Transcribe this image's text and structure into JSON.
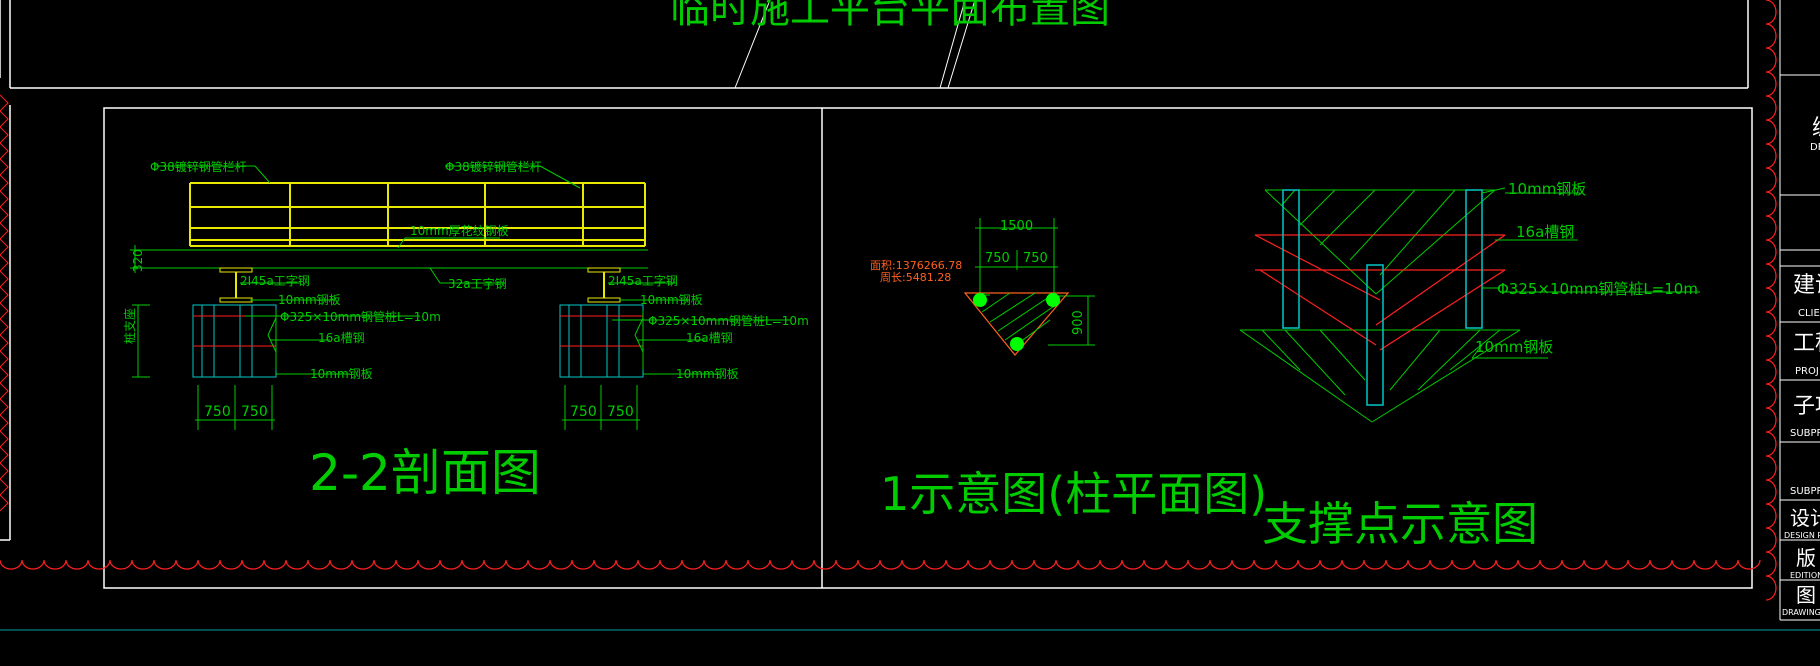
{
  "top_title": "临时施工平台平面布置图",
  "section_22": {
    "title": "2-2剖面图",
    "rail_label_left": "Φ38镀锌钢管栏杆",
    "rail_label_right": "Φ38镀锌钢管栏杆",
    "plate_label": "10mm厚花纹钢板",
    "height_dim": "320",
    "beam_main": "32a工字钢",
    "beam_left": "2I45a工字钢",
    "beam_right": "2I45a工字钢",
    "steel_plate_top_l": "10mm钢板",
    "steel_plate_top_r": "10mm钢板",
    "pile_l": "Φ325×10mm钢管桩L=10m",
    "pile_r": "Φ325×10mm钢管桩L=10m",
    "channel_l": "16a槽钢",
    "channel_r": "16a槽钢",
    "steel_plate_bot_l": "10mm钢板",
    "steel_plate_bot_r": "10mm钢板",
    "vert_label": "桩支座",
    "dims_left": [
      "750",
      "750"
    ],
    "dims_right": [
      "750",
      "750"
    ]
  },
  "diagram1": {
    "title": "1示意图(柱平面图)",
    "dim_total": "1500",
    "dims": [
      "750",
      "750"
    ],
    "dim_height": "900",
    "area": "面积:1376266.78",
    "perimeter": "周长:5481.28"
  },
  "support": {
    "title": "支撑点示意图",
    "label_plate_top": "10mm钢板",
    "label_channel": "16a槽钢",
    "label_pile": "Φ325×10mm钢管桩L=10m",
    "label_plate_bot": "10mm钢板"
  },
  "title_block": {
    "rows": [
      {
        "cn": "建设",
        "en": "CLIE"
      },
      {
        "cn": "工程",
        "en": "PROJ"
      },
      {
        "cn": "子项",
        "en": "SUBPR"
      },
      {
        "cn": "",
        "en": "SUBPR"
      },
      {
        "cn": "设计",
        "en": "DESIGN P"
      },
      {
        "cn": "版",
        "en": "EDITION"
      },
      {
        "cn": "图",
        "en": "DRAWING"
      }
    ],
    "top_cn": "编",
    "top_en": "DF"
  },
  "colors": {
    "bg": "#000000",
    "green": "#00cc00",
    "yellow": "#e8e800",
    "cyan": "#00c8c8",
    "red": "#ff2020",
    "white": "#ffffff",
    "orange": "#ff6020"
  }
}
